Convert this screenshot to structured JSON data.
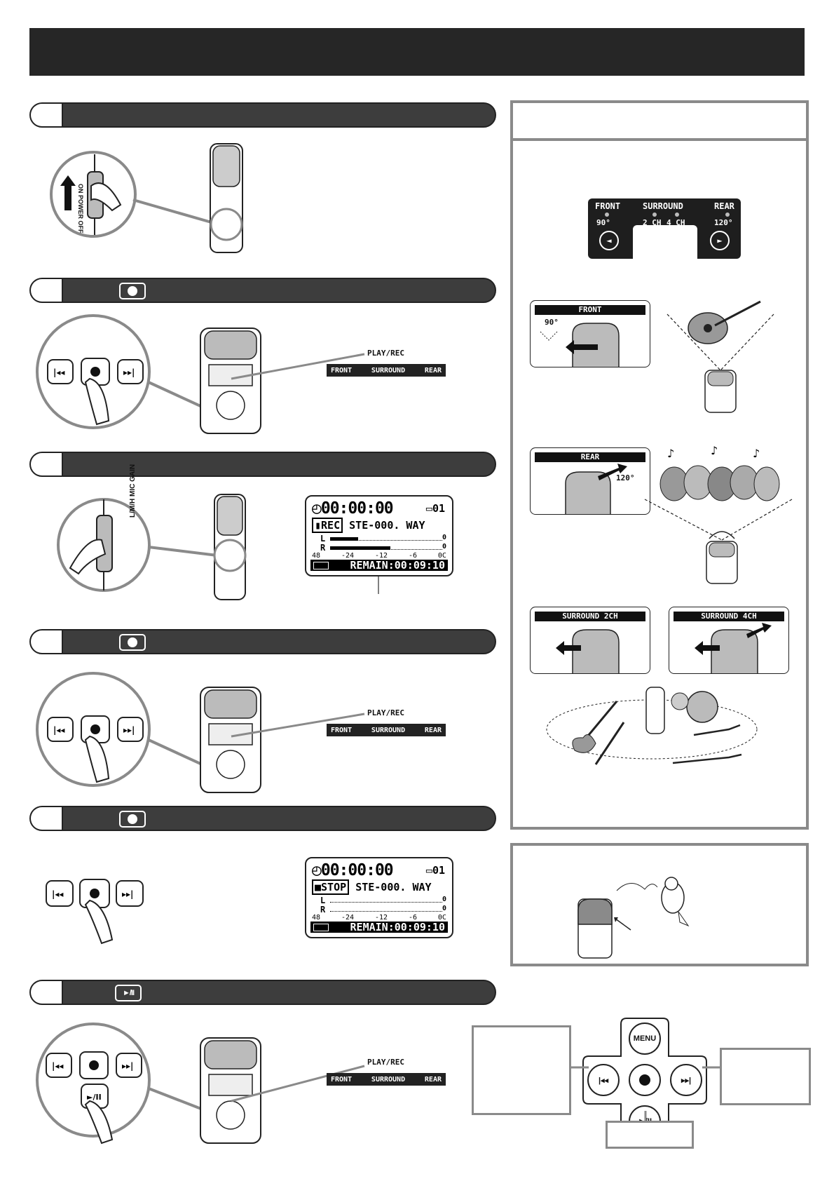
{
  "device_labels": {
    "power_switch": "ON POWER OFF",
    "mic_gain": "L/M/H MIC GAIN",
    "play_rec": "PLAY/REC",
    "menu": "MENU"
  },
  "mode_strip": {
    "front": "FRONT",
    "surround": "SURROUND",
    "rear": "REAR"
  },
  "lcd_rec": {
    "time": "00:00:00",
    "folder": "01",
    "mode": "REC",
    "file": "STE-000. WAY",
    "l": "L",
    "r": "R",
    "zero": "0",
    "scale": [
      "48",
      "-24",
      "-12",
      "-6",
      "0C"
    ],
    "remain": "REMAIN:00:09:10"
  },
  "lcd_stop": {
    "time": "00:00:00",
    "folder": "01",
    "mode": "STOP",
    "file": "STE-000. WAY",
    "l": "L",
    "r": "R",
    "zero": "0",
    "scale": [
      "48",
      "-24",
      "-12",
      "-6",
      "0C"
    ],
    "remain": "REMAIN:00:09:10"
  },
  "mode_select": {
    "front": "FRONT",
    "front_angle": "90°",
    "surround": "SURROUND",
    "ch2": "2 CH",
    "ch4": "4 CH",
    "rear": "REAR",
    "rear_angle": "120°"
  },
  "mode_cards": {
    "front": {
      "header": "FRONT",
      "angle": "90°"
    },
    "rear": {
      "header": "REAR",
      "angle": "120°"
    },
    "surround2": {
      "header": "SURROUND 2CH"
    },
    "surround4": {
      "header": "SURROUND 4CH"
    }
  },
  "colors": {
    "title_bar": "#262626",
    "step_bar": "#3d3d3d",
    "panel_border": "#8a8a8a",
    "lcd_ink": "#000000"
  }
}
